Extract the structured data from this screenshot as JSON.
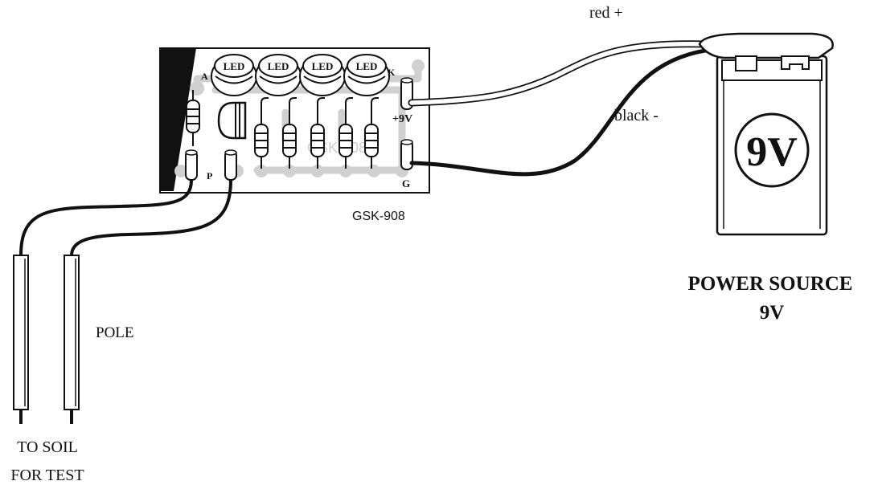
{
  "board": {
    "model": "GSK-908",
    "silkscreen": "GSK-908",
    "leds": [
      "LED",
      "LED",
      "LED",
      "LED"
    ],
    "label_anode": "A",
    "label_cathode": "K",
    "label_probe": "P",
    "label_plus9v": "+9V",
    "label_ground": "G"
  },
  "wires": {
    "red_label": "red +",
    "black_label": "black -"
  },
  "battery": {
    "face_label": "9V",
    "caption_line1": "POWER SOURCE",
    "caption_line2": "9V"
  },
  "probes": {
    "pole_label": "POLE",
    "caption_line1": "TO SOIL",
    "caption_line2": "FOR TEST"
  },
  "colors": {
    "ink": "#111111",
    "board_fill": "#ffffff",
    "trace": "#d6d6d6"
  }
}
